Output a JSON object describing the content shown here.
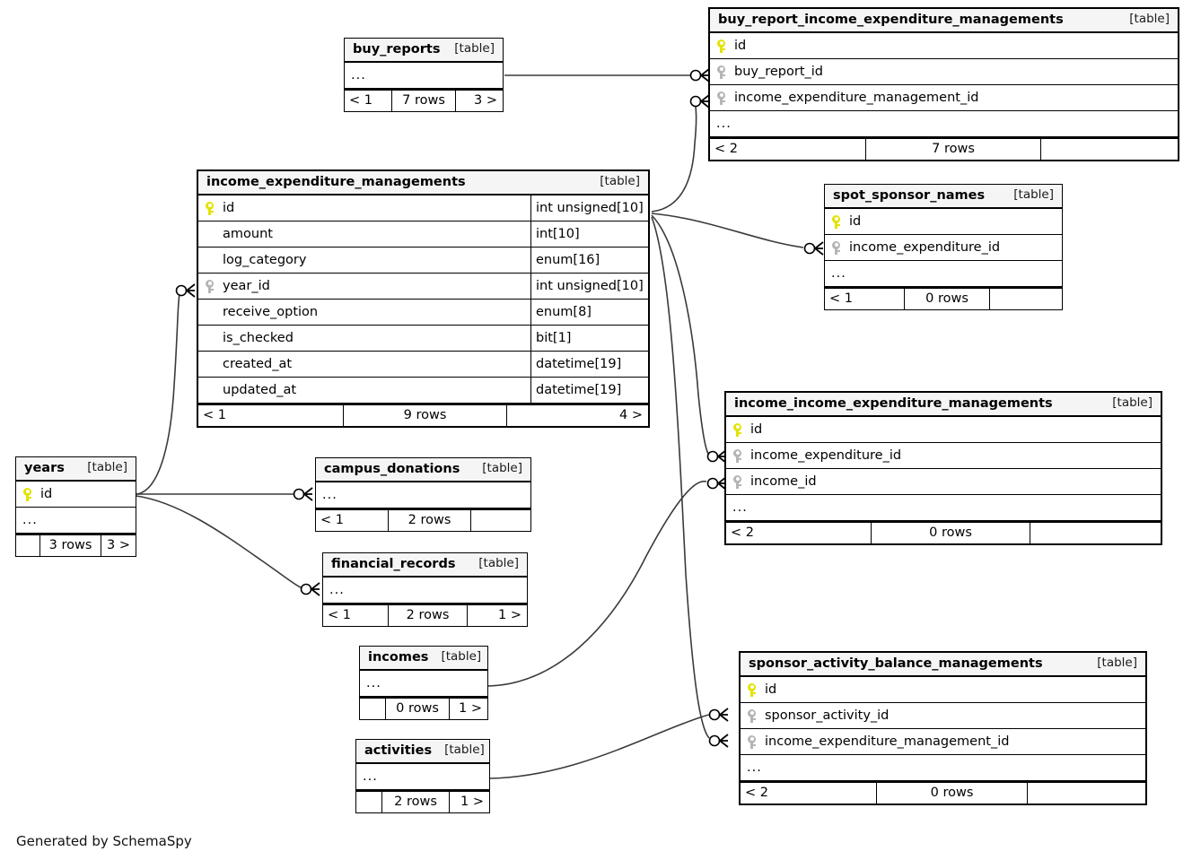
{
  "diagram": {
    "title": "SchemaSpy relationships diagram",
    "credit": "Generated by SchemaSpy",
    "table_tag": "[table]",
    "ellipsis": "...",
    "colors": {
      "primary_key": "#e3e300",
      "foreign_key": "#b5b5b5",
      "header_background": "#f5f5f5",
      "border": "#000000",
      "edge": "#3a3a3a",
      "page_background": "#ffffff"
    }
  },
  "tables": {
    "buy_reports": {
      "name": "buy_reports",
      "tag": "[table]",
      "columns": [
        {
          "label": "...",
          "type": "",
          "key": "none"
        }
      ],
      "footer": {
        "left": "< 1",
        "center": "7 rows",
        "right": "3 >"
      }
    },
    "buy_report_income_expenditure_managements": {
      "name": "buy_report_income_expenditure_managements",
      "tag": "[table]",
      "columns": [
        {
          "label": "id",
          "type": "",
          "key": "pk"
        },
        {
          "label": "buy_report_id",
          "type": "",
          "key": "fk"
        },
        {
          "label": "income_expenditure_management_id",
          "type": "",
          "key": "fk"
        },
        {
          "label": "...",
          "type": "",
          "key": "none"
        }
      ],
      "footer": {
        "left": "< 2",
        "center": "7 rows",
        "right": ""
      }
    },
    "income_expenditure_managements": {
      "name": "income_expenditure_managements",
      "tag": "[table]",
      "columns": [
        {
          "label": "id",
          "type": "int unsigned[10]",
          "key": "pk"
        },
        {
          "label": "amount",
          "type": "int[10]",
          "key": "none"
        },
        {
          "label": "log_category",
          "type": "enum[16]",
          "key": "none"
        },
        {
          "label": "year_id",
          "type": "int unsigned[10]",
          "key": "fk"
        },
        {
          "label": "receive_option",
          "type": "enum[8]",
          "key": "none"
        },
        {
          "label": "is_checked",
          "type": "bit[1]",
          "key": "none"
        },
        {
          "label": "created_at",
          "type": "datetime[19]",
          "key": "none"
        },
        {
          "label": "updated_at",
          "type": "datetime[19]",
          "key": "none"
        }
      ],
      "footer": {
        "left": "< 1",
        "center": "9 rows",
        "right": "4 >"
      }
    },
    "spot_sponsor_names": {
      "name": "spot_sponsor_names",
      "tag": "[table]",
      "columns": [
        {
          "label": "id",
          "type": "",
          "key": "pk"
        },
        {
          "label": "income_expenditure_id",
          "type": "",
          "key": "fk"
        },
        {
          "label": "...",
          "type": "",
          "key": "none"
        }
      ],
      "footer": {
        "left": "< 1",
        "center": "0 rows",
        "right": ""
      }
    },
    "income_income_expenditure_managements": {
      "name": "income_income_expenditure_managements",
      "tag": "[table]",
      "columns": [
        {
          "label": "id",
          "type": "",
          "key": "pk"
        },
        {
          "label": "income_expenditure_id",
          "type": "",
          "key": "fk"
        },
        {
          "label": "income_id",
          "type": "",
          "key": "fk"
        },
        {
          "label": "...",
          "type": "",
          "key": "none"
        }
      ],
      "footer": {
        "left": "< 2",
        "center": "0 rows",
        "right": ""
      }
    },
    "years": {
      "name": "years",
      "tag": "[table]",
      "columns": [
        {
          "label": "id",
          "type": "",
          "key": "pk"
        },
        {
          "label": "...",
          "type": "",
          "key": "none"
        }
      ],
      "footer": {
        "left": "",
        "center": "3 rows",
        "right": "3 >"
      }
    },
    "campus_donations": {
      "name": "campus_donations",
      "tag": "[table]",
      "columns": [
        {
          "label": "...",
          "type": "",
          "key": "none"
        }
      ],
      "footer": {
        "left": "< 1",
        "center": "2 rows",
        "right": ""
      }
    },
    "financial_records": {
      "name": "financial_records",
      "tag": "[table]",
      "columns": [
        {
          "label": "...",
          "type": "",
          "key": "none"
        }
      ],
      "footer": {
        "left": "< 1",
        "center": "2 rows",
        "right": "1 >"
      }
    },
    "incomes": {
      "name": "incomes",
      "tag": "[table]",
      "columns": [
        {
          "label": "...",
          "type": "",
          "key": "none"
        }
      ],
      "footer": {
        "left": "",
        "center": "0 rows",
        "right": "1 >"
      }
    },
    "activities": {
      "name": "activities",
      "tag": "[table]",
      "columns": [
        {
          "label": "...",
          "type": "",
          "key": "none"
        }
      ],
      "footer": {
        "left": "",
        "center": "2 rows",
        "right": "1 >"
      }
    },
    "sponsor_activity_balance_managements": {
      "name": "sponsor_activity_balance_managements",
      "tag": "[table]",
      "columns": [
        {
          "label": "id",
          "type": "",
          "key": "pk"
        },
        {
          "label": "sponsor_activity_id",
          "type": "",
          "key": "fk"
        },
        {
          "label": "income_expenditure_management_id",
          "type": "",
          "key": "fk"
        },
        {
          "label": "...",
          "type": "",
          "key": "none"
        }
      ],
      "footer": {
        "left": "< 2",
        "center": "0 rows",
        "right": ""
      }
    }
  },
  "relationships": [
    {
      "from": "buy_reports",
      "to": "buy_report_income_expenditure_managements.buy_report_id"
    },
    {
      "from": "income_expenditure_managements.id",
      "to": "buy_report_income_expenditure_managements.income_expenditure_management_id"
    },
    {
      "from": "income_expenditure_managements.id",
      "to": "spot_sponsor_names.income_expenditure_id"
    },
    {
      "from": "income_expenditure_managements.id",
      "to": "income_income_expenditure_managements.income_expenditure_id"
    },
    {
      "from": "income_expenditure_managements.id",
      "to": "sponsor_activity_balance_managements.income_expenditure_management_id"
    },
    {
      "from": "years.id",
      "to": "income_expenditure_managements.year_id"
    },
    {
      "from": "years.id",
      "to": "campus_donations"
    },
    {
      "from": "years.id",
      "to": "financial_records"
    },
    {
      "from": "incomes",
      "to": "income_income_expenditure_managements.income_id"
    },
    {
      "from": "activities",
      "to": "sponsor_activity_balance_managements.sponsor_activity_id"
    }
  ]
}
